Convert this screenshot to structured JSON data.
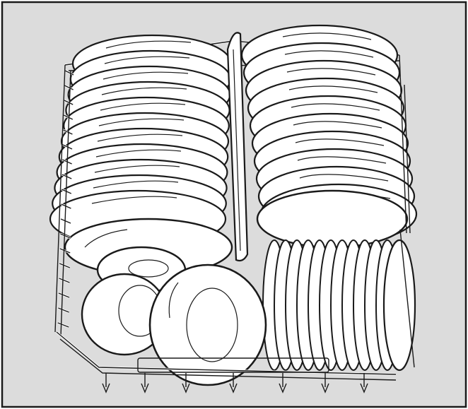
{
  "illustration": {
    "subject": "dishwasher-lower-basket",
    "colors": {
      "background": "#dcdcdc",
      "frame": "#1a1a1a",
      "outline": "#1a1a1a",
      "fill": "#ffffff"
    },
    "contents": {
      "left_row_plates": 11,
      "right_row_plates": 10,
      "front_row_small_plates": 11,
      "loose_plates": 4,
      "divider_rail": 1
    }
  }
}
